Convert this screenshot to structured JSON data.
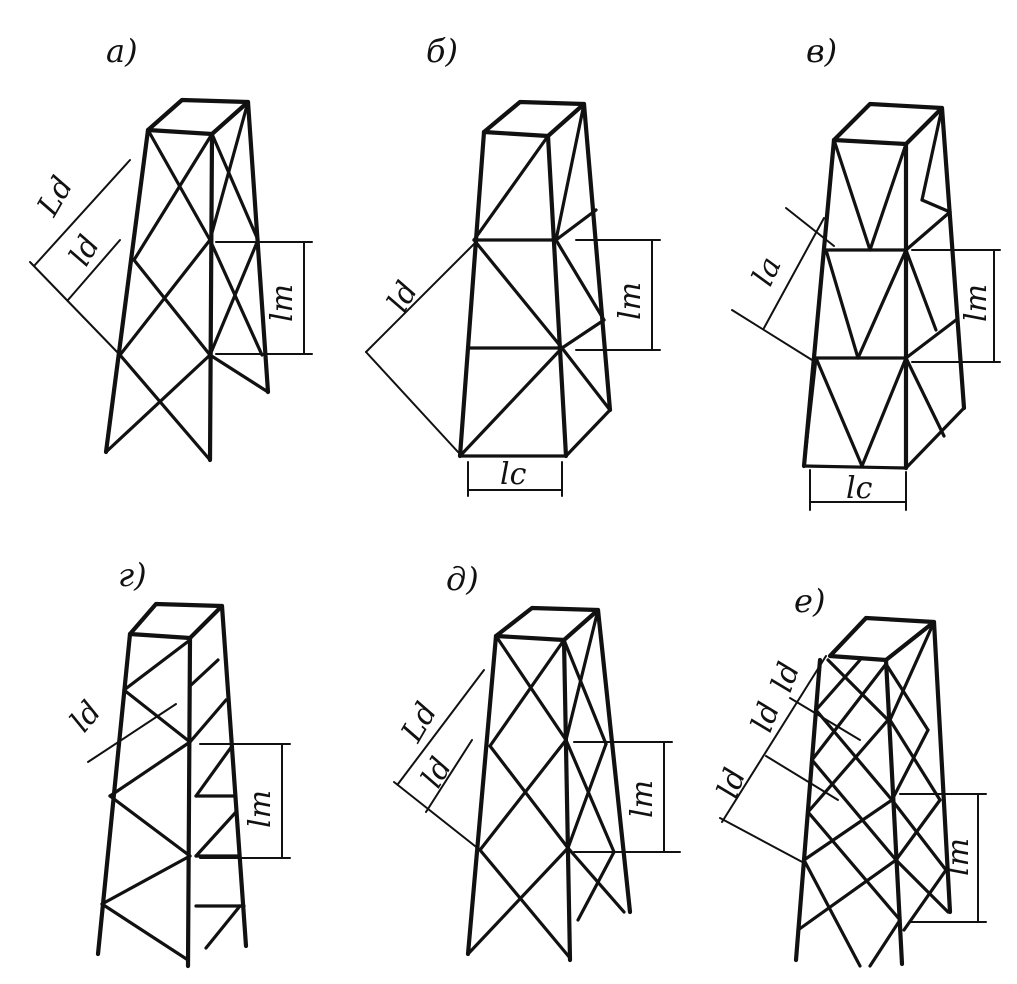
{
  "panels": {
    "a": {
      "label": "а)",
      "dims": [
        "Ld",
        "ld",
        "lm"
      ]
    },
    "b": {
      "label": "б)",
      "dims": [
        "ld",
        "lm",
        "lc"
      ]
    },
    "c": {
      "label": "в)",
      "dims": [
        "la",
        "lm",
        "lc"
      ]
    },
    "d": {
      "label": "г)",
      "dims": [
        "ld",
        "lm"
      ]
    },
    "e": {
      "label": "д)",
      "dims": [
        "Ld",
        "ld",
        "lm"
      ]
    },
    "f": {
      "label": "е)",
      "dims": [
        "ld",
        "ld",
        "ld",
        "lm"
      ]
    }
  },
  "colors": {
    "ink": "#111111",
    "paper": "#ffffff"
  }
}
